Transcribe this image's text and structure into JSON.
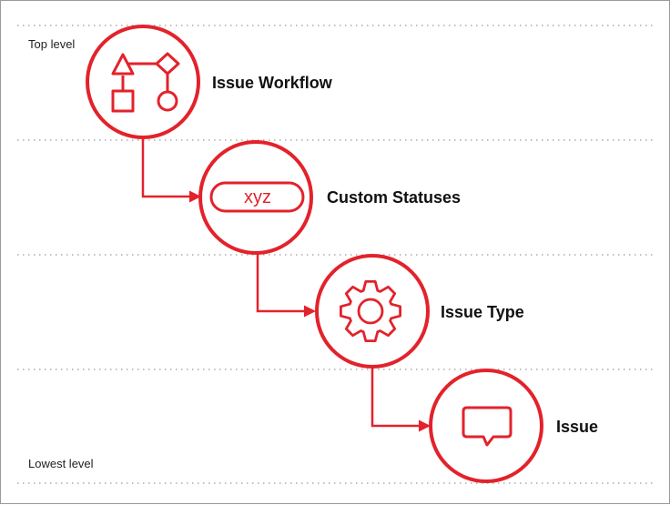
{
  "levels": {
    "top": "Top level",
    "bottom": "Lowest level"
  },
  "nodes": [
    {
      "label": "Issue Workflow",
      "icon": "workflow-icon"
    },
    {
      "label": "Custom Statuses",
      "icon": "status-pill-icon",
      "pill_text": "xyz"
    },
    {
      "label": "Issue Type",
      "icon": "gear-icon"
    },
    {
      "label": "Issue",
      "icon": "speech-bubble-icon"
    }
  ],
  "colors": {
    "accent": "#e3222b",
    "divider": "#9a9a9a"
  }
}
